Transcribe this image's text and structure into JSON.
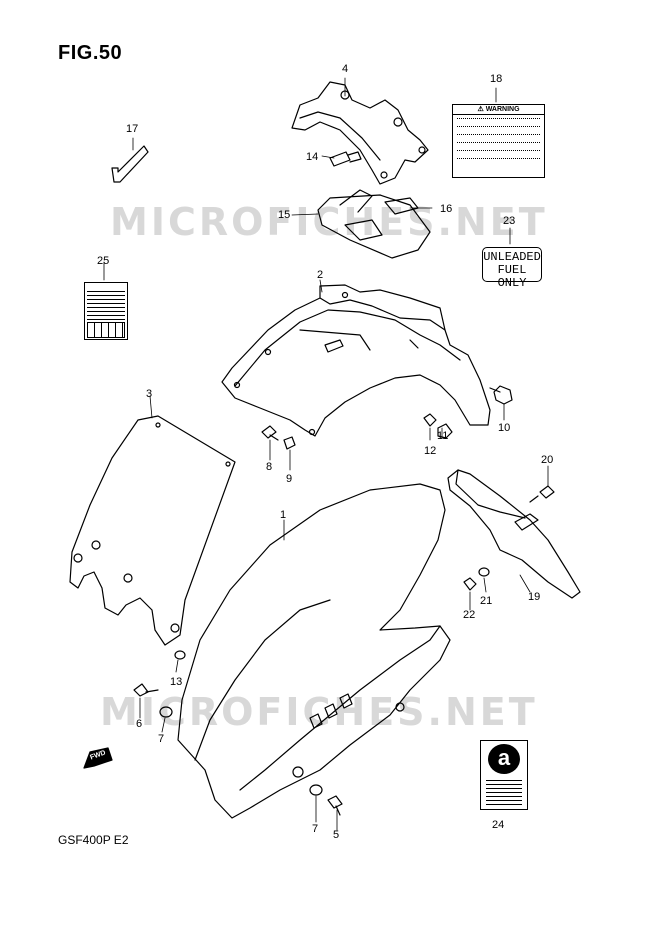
{
  "figure": {
    "title": "FIG.50",
    "model": "GSF400P  E2"
  },
  "watermark": "MICROFICHES.NET",
  "fwd_label": "FWD",
  "labels": {
    "warning_heading": "⚠ WARNING",
    "unleaded_line1": "UNLEADED",
    "unleaded_line2": "FUEL ONLY",
    "lubricant_letter": "a"
  },
  "callouts": [
    {
      "id": "c4",
      "text": "4"
    },
    {
      "id": "c18",
      "text": "18"
    },
    {
      "id": "c17",
      "text": "17"
    },
    {
      "id": "c14",
      "text": "14"
    },
    {
      "id": "c15",
      "text": "15"
    },
    {
      "id": "c16",
      "text": "16"
    },
    {
      "id": "c23",
      "text": "23"
    },
    {
      "id": "c25",
      "text": "25"
    },
    {
      "id": "c2",
      "text": "2"
    },
    {
      "id": "c3",
      "text": "3"
    },
    {
      "id": "c10",
      "text": "10"
    },
    {
      "id": "c12",
      "text": "12"
    },
    {
      "id": "c11",
      "text": "11"
    },
    {
      "id": "c8",
      "text": "8"
    },
    {
      "id": "c9",
      "text": "9"
    },
    {
      "id": "c20",
      "text": "20"
    },
    {
      "id": "c1",
      "text": "1"
    },
    {
      "id": "c19",
      "text": "19"
    },
    {
      "id": "c21",
      "text": "21"
    },
    {
      "id": "c22",
      "text": "22"
    },
    {
      "id": "c13",
      "text": "13"
    },
    {
      "id": "c6",
      "text": "6"
    },
    {
      "id": "c7a",
      "text": "7"
    },
    {
      "id": "c7b",
      "text": "7"
    },
    {
      "id": "c5",
      "text": "5"
    },
    {
      "id": "c24",
      "text": "24"
    }
  ]
}
